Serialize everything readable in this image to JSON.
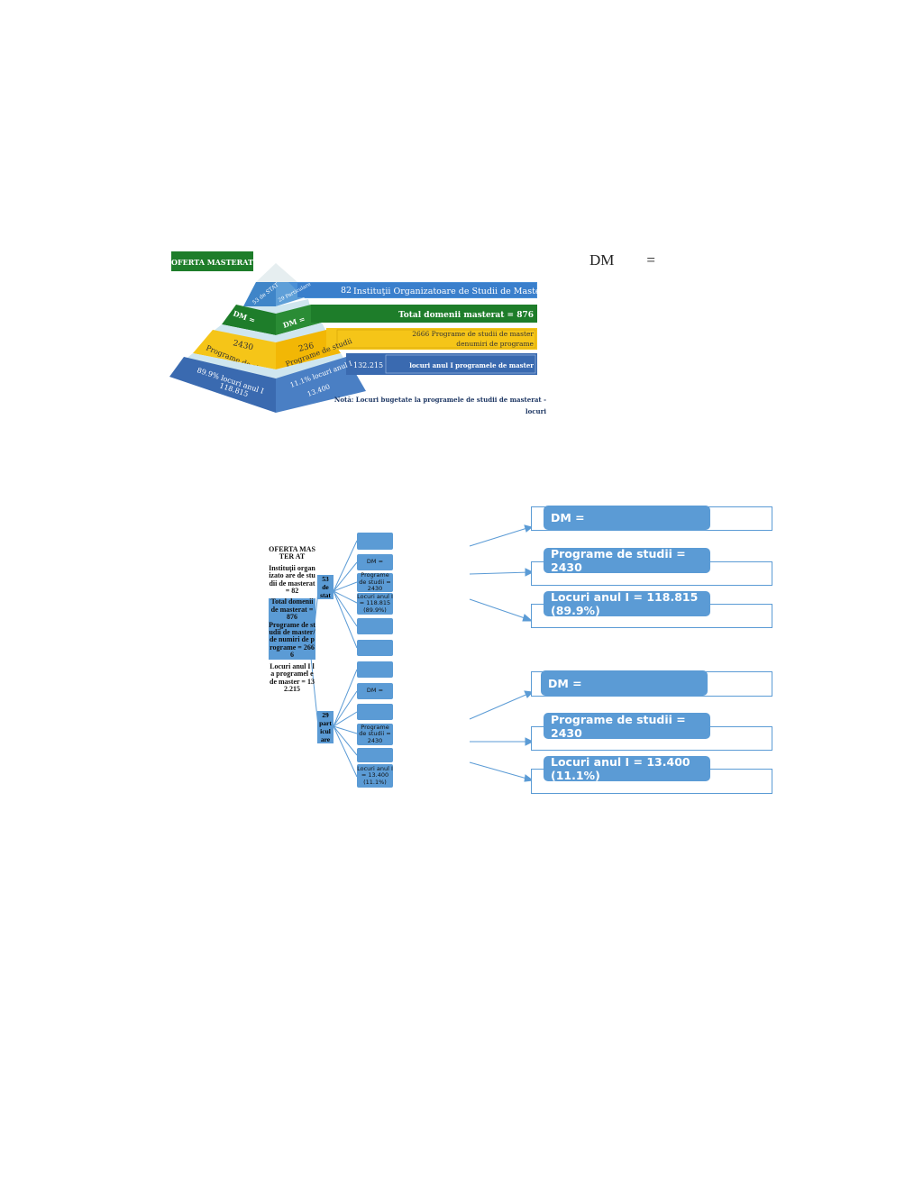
{
  "pyramid": {
    "badge": "OFERTA MASTERAT",
    "tier1_left": "53 de STAT",
    "tier1_right": "29 Particulare",
    "tier1_bar_num": "82",
    "tier1_bar_text": "Instituţii Organizatoare de Studii de Masterat",
    "tier2_left": "DM =",
    "tier2_right": "DM =",
    "tier2_bar": "Total domenii masterat = 876",
    "tier3_left_num": "2430",
    "tier3_left_text": "Programe de studii",
    "tier3_right_num": "236",
    "tier3_right_text": "Programe de studii",
    "tier3_bar_line1": "2666 Programe de studii de master",
    "tier3_bar_line2": "denumiri de programe",
    "tier4_left_line1": "89.9% locuri anul I",
    "tier4_left_line2": "118.815",
    "tier4_right_line1": "11.1% locuri anul I",
    "tier4_right_line2": "13.400",
    "tier4_bar_num": "132.215",
    "tier4_bar_text": "locuri anul I programele de master",
    "note_line1": "Notă: Locuri bugetate la programele de studii de masterat -",
    "note_line2": "locuri"
  },
  "dm_top": {
    "label": "DM",
    "eq": "="
  },
  "tree": {
    "left_col": {
      "t1": "OFERTA MASTER AT",
      "t2": "Instituţii organizato are de studii de masterat = 82",
      "t3": "Total domenii de masterat = 876",
      "t4": "Programe de studii de master/de numiri de programe = 2666",
      "t5": "Locuri anul I la programel e de master = 132.215"
    },
    "branch_stat": "53 de stat",
    "branch_part": "29 part icul are",
    "stat_nodes": [
      "",
      "DM =",
      "Programe de studii = 2430",
      "Locuri anul I = 118.815 (89.9%)",
      "",
      ""
    ],
    "part_nodes": [
      "",
      "DM =",
      "",
      "Programe de studii = 2430",
      "",
      "Locuri anul I = 13.400 (11.1%)"
    ]
  },
  "right_boxes": [
    {
      "label": "DM ="
    },
    {
      "label": "Programe de studii = 2430"
    },
    {
      "label": "Locuri anul I = 118.815 (89.9%)"
    },
    {
      "label": "DM ="
    },
    {
      "label": "Programe de studii = 2430"
    },
    {
      "label": "Locuri anul I = 13.400 (11.1%)"
    }
  ],
  "colors": {
    "blue": "#5b9bd5",
    "dark_blue": "#3f6fb0",
    "green": "#1e7d2a",
    "yellow": "#f5c518",
    "light": "#cfe6ef"
  }
}
